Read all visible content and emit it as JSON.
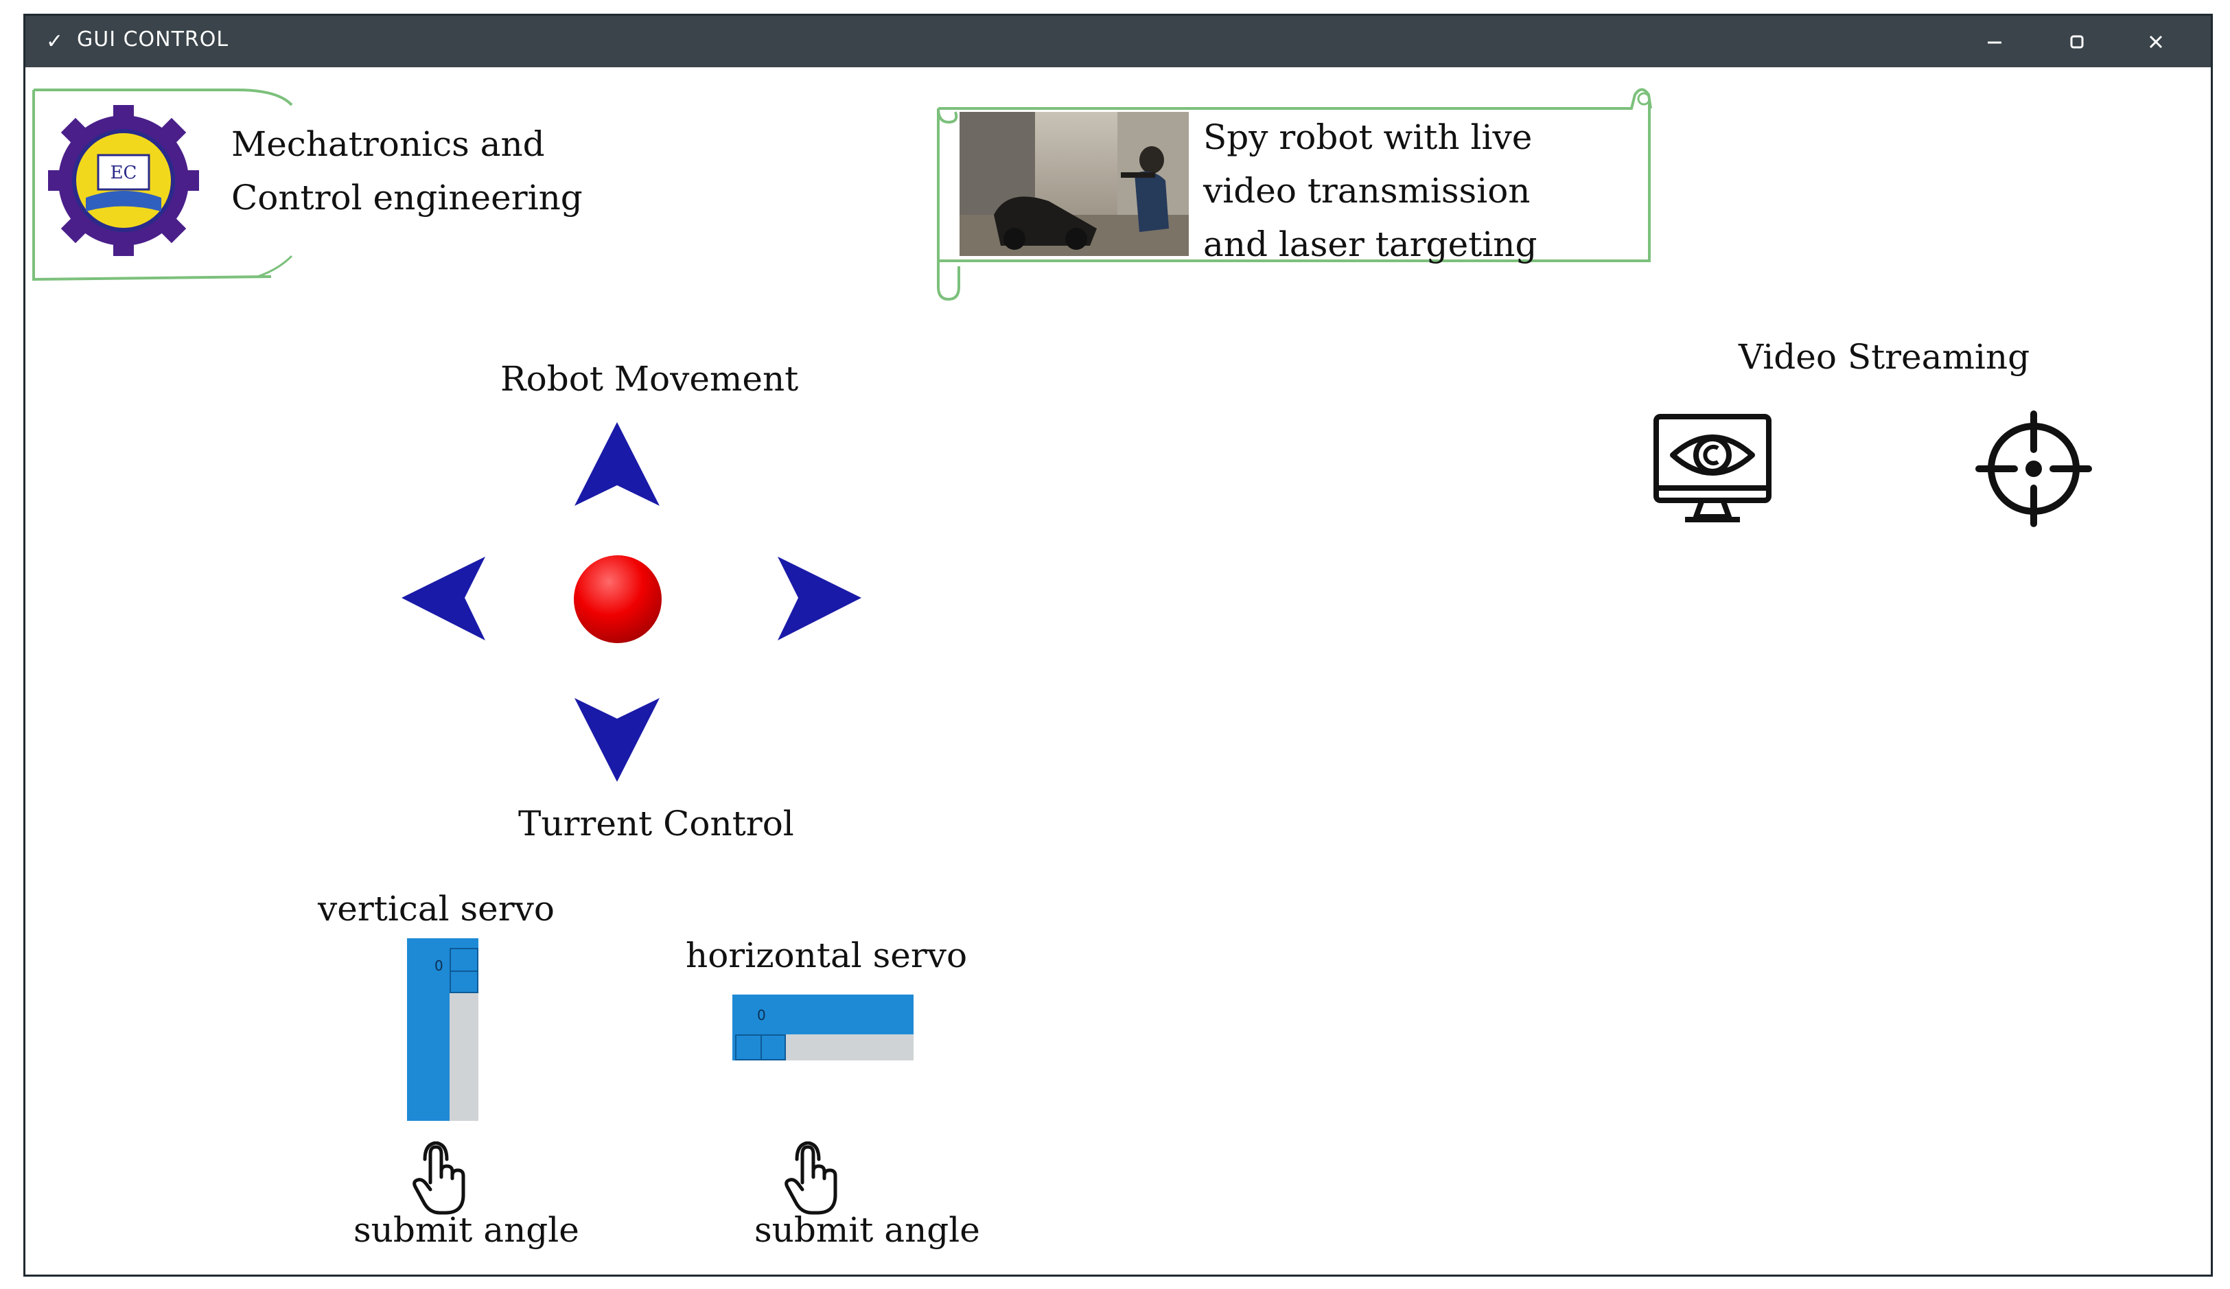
{
  "window": {
    "title": "GUI CONTROL",
    "buttons": {
      "minimize": "minimize-icon",
      "maximize": "maximize-icon",
      "close": "close-icon"
    }
  },
  "header": {
    "logo": {
      "icon": "university-gear-seal-logo"
    },
    "department_line1": "Mechatronics and",
    "department_line2": "Control engineering"
  },
  "banner": {
    "image": "spy-robot-photo",
    "line1": "Spy robot with live",
    "line2": "video transmission",
    "line3": "and laser targeting"
  },
  "movement": {
    "title": "Robot Movement",
    "controls": [
      "up-arrow-icon",
      "left-arrow-icon",
      "stop-button",
      "right-arrow-icon",
      "down-arrow-icon"
    ]
  },
  "turret": {
    "title": "Turrent Control",
    "vertical_label": "vertical servo",
    "vertical_value": "0",
    "horizontal_label": "horizontal servo",
    "horizontal_value": "0",
    "submit_label_1": "submit angle",
    "submit_label_2": "submit angle"
  },
  "video": {
    "title": "Video Streaming",
    "controls": [
      "monitor-eye-icon",
      "crosshair-target-icon"
    ]
  },
  "colors": {
    "titlebar": "#3a444a",
    "arrow_blue": "#1a1aa8",
    "stop_red": "#e60000",
    "slider_blue": "#1e8ad6",
    "frame_green": "#7cc07c"
  }
}
